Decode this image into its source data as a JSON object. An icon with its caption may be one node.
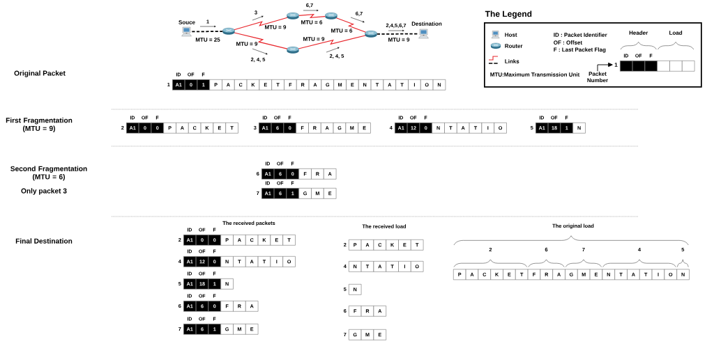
{
  "diagram": {
    "nodes": [
      {
        "text": [
          "Souce"
        ]
      },
      {
        "text": [],
        "shape": "cylinder"
      },
      {
        "text": [],
        "shape": "cylinder"
      },
      {
        "text": [],
        "shape": "cylinder"
      },
      {
        "text": [],
        "shape": "cylinder"
      },
      {
        "text": [],
        "shape": "cylinder"
      },
      {
        "text": [
          "Destination"
        ]
      },
      {
        "text": [
          "The Legend"
        ]
      },
      {
        "text": [],
        "shape": "bar",
        "in": 7,
        "beside": [
          "Header",
          "Load",
          "ID",
          "OF",
          "F"
        ]
      },
      {
        "text": [
          "Packet Number"
        ],
        "in": 7
      },
      {
        "text": [
          "1"
        ],
        "in": 7
      },
      {
        "text": [
          "A1",
          "0",
          "1",
          "P",
          "A",
          "C",
          "K",
          "E",
          "T",
          "F",
          "R",
          "A",
          "G",
          "M",
          "E",
          "N",
          "T",
          "A",
          "T",
          "I",
          "O",
          "N"
        ],
        "beside": [
          "ID",
          "OF",
          "F",
          "1"
        ]
      },
      {
        "text": [
          "A1",
          "0",
          "0",
          "P",
          "A",
          "C",
          "K",
          "E",
          "T"
        ],
        "beside": [
          "ID",
          "OF",
          "F",
          "2"
        ]
      },
      {
        "text": [
          "A1",
          "6",
          "0",
          "F",
          "R",
          "A",
          "G",
          "M",
          "E"
        ],
        "beside": [
          "ID",
          "OF",
          "F",
          "3"
        ]
      },
      {
        "text": [
          "A1",
          "12",
          "0",
          "N",
          "T",
          "A",
          "T",
          "I",
          "O"
        ],
        "beside": [
          "ID",
          "OF",
          "F",
          "4"
        ]
      },
      {
        "text": [
          "A1",
          "18",
          "1",
          "N"
        ],
        "beside": [
          "ID",
          "OF",
          "F",
          "5"
        ]
      },
      {
        "text": [
          "A1",
          "6",
          "0",
          "F",
          "R",
          "A"
        ],
        "beside": [
          "ID",
          "OF",
          "F",
          "6"
        ]
      },
      {
        "text": [
          "A1",
          "6",
          "1",
          "G",
          "M",
          "E"
        ],
        "beside": [
          "ID",
          "OF",
          "F",
          "7"
        ]
      },
      {
        "text": [
          "A1",
          "0",
          "0",
          "P",
          "A",
          "C",
          "K",
          "E",
          "T"
        ],
        "beside": [
          "ID",
          "OF",
          "F",
          "2"
        ]
      },
      {
        "text": [
          "A1",
          "12",
          "0",
          "N",
          "T",
          "A",
          "T",
          "I",
          "O"
        ],
        "beside": [
          "ID",
          "OF",
          "F",
          "4"
        ]
      },
      {
        "text": [
          "A1",
          "18",
          "1",
          "N"
        ],
        "beside": [
          "ID",
          "OF",
          "F",
          "5"
        ]
      },
      {
        "text": [
          "A1",
          "6",
          "0",
          "F",
          "R",
          "A"
        ],
        "beside": [
          "ID",
          "OF",
          "F",
          "6"
        ]
      },
      {
        "text": [
          "A1",
          "6",
          "1",
          "G",
          "M",
          "E"
        ],
        "beside": [
          "ID",
          "OF",
          "F",
          "7"
        ]
      },
      {
        "text": [
          "P",
          "A",
          "C",
          "K",
          "E",
          "T"
        ],
        "beside": [
          "2"
        ]
      },
      {
        "text": [
          "N",
          "T",
          "A",
          "T",
          "I",
          "O"
        ],
        "beside": [
          "4"
        ]
      },
      {
        "text": [
          "N"
        ],
        "beside": [
          "5"
        ]
      },
      {
        "text": [
          "F",
          "R",
          "A"
        ],
        "beside": [
          "6"
        ]
      },
      {
        "text": [
          "G",
          "M",
          "E"
        ],
        "beside": [
          "7"
        ]
      },
      {
        "text": [
          "P",
          "A",
          "C",
          "K",
          "E",
          "T",
          "F",
          "R",
          "A",
          "G",
          "M",
          "E",
          "N",
          "T",
          "A",
          "T",
          "I",
          "O",
          "N"
        ]
      }
    ],
    "edges": [
      {
        "from": 0,
        "to": 1,
        "arrow": "none",
        "label": "MTU = 25",
        "style": "dashed",
        "color": "#000000"
      },
      {
        "from": 1,
        "to": 2,
        "arrow": "none",
        "label": "MTU = 9"
      },
      {
        "from": 2,
        "to": 3,
        "arrow": "none",
        "label": "MTU = 6"
      },
      {
        "from": 3,
        "to": 5,
        "arrow": "none",
        "label": "MTU = 6"
      },
      {
        "from": 1,
        "to": 4,
        "arrow": "none",
        "label": "MTU = 9"
      },
      {
        "from": 4,
        "to": 5,
        "arrow": "none",
        "label": "MTU = 9"
      },
      {
        "from": 5,
        "to": 6,
        "arrow": "none",
        "label": "MTU = 9",
        "style": "dashed",
        "color": "#000000"
      },
      {
        "from": 9,
        "to": 10,
        "arrow": "to",
        "color": "#000000"
      }
    ],
    "labels": [
      "1",
      "3",
      "6,7",
      "6,7",
      "2,4,5,6,7",
      "2, 4, 5",
      "2, 4, 5",
      "ID : Packet Identifier",
      "OF : Offset",
      "F : Last Packet Flag",
      "MTU:Maximum Transmission Unit",
      "Original Packet",
      "First Fragmentation (MTU = 9)",
      "Second Fragmentation (MTU = 6)",
      "Only packet 3",
      "Final Destination",
      "The received packets",
      "The received load",
      "The original load",
      "2",
      "6",
      "7",
      "4",
      "5"
    ],
    "legend": [
      {
        "text": "Host"
      },
      {
        "text": "Router"
      },
      {
        "text": "Links"
      }
    ]
  }
}
